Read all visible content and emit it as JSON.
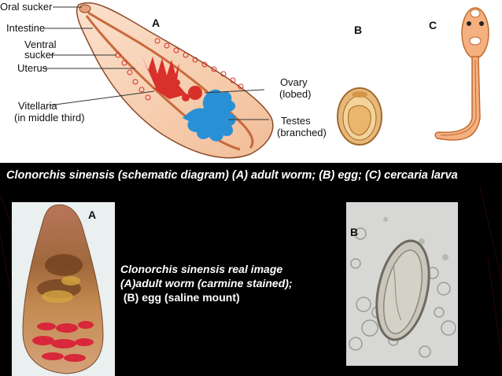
{
  "diagram": {
    "labels": {
      "oral_sucker": "Oral sucker",
      "intestine": "Intestine",
      "ventral_sucker": [
        "Ventral",
        "sucker"
      ],
      "uterus": "Uterus",
      "vitellaria": [
        "Vitellaria",
        "(in middle third)"
      ],
      "ovary": [
        "Ovary",
        "(lobed)"
      ],
      "testes": [
        "Testes",
        "(branched)"
      ]
    },
    "panel_letters": {
      "a": "A",
      "b": "B",
      "c": "C"
    }
  },
  "caption_top": "Clonorchis sinensis (schematic diagram) (A) adult worm; (B) egg; (C) cercaria larva",
  "photos": {
    "left_letter": "A",
    "right_letter": "B",
    "caption_lines": [
      "Clonorchis sinensis real image",
      "(A)adult worm (carmine stained);",
      " (B) egg (saline mount)"
    ]
  },
  "colors": {
    "uterus_red": "#d8302a",
    "testes_blue": "#2a90d6",
    "body_peach": "#f5c9a8",
    "egg_tan": "#e8b87a"
  }
}
